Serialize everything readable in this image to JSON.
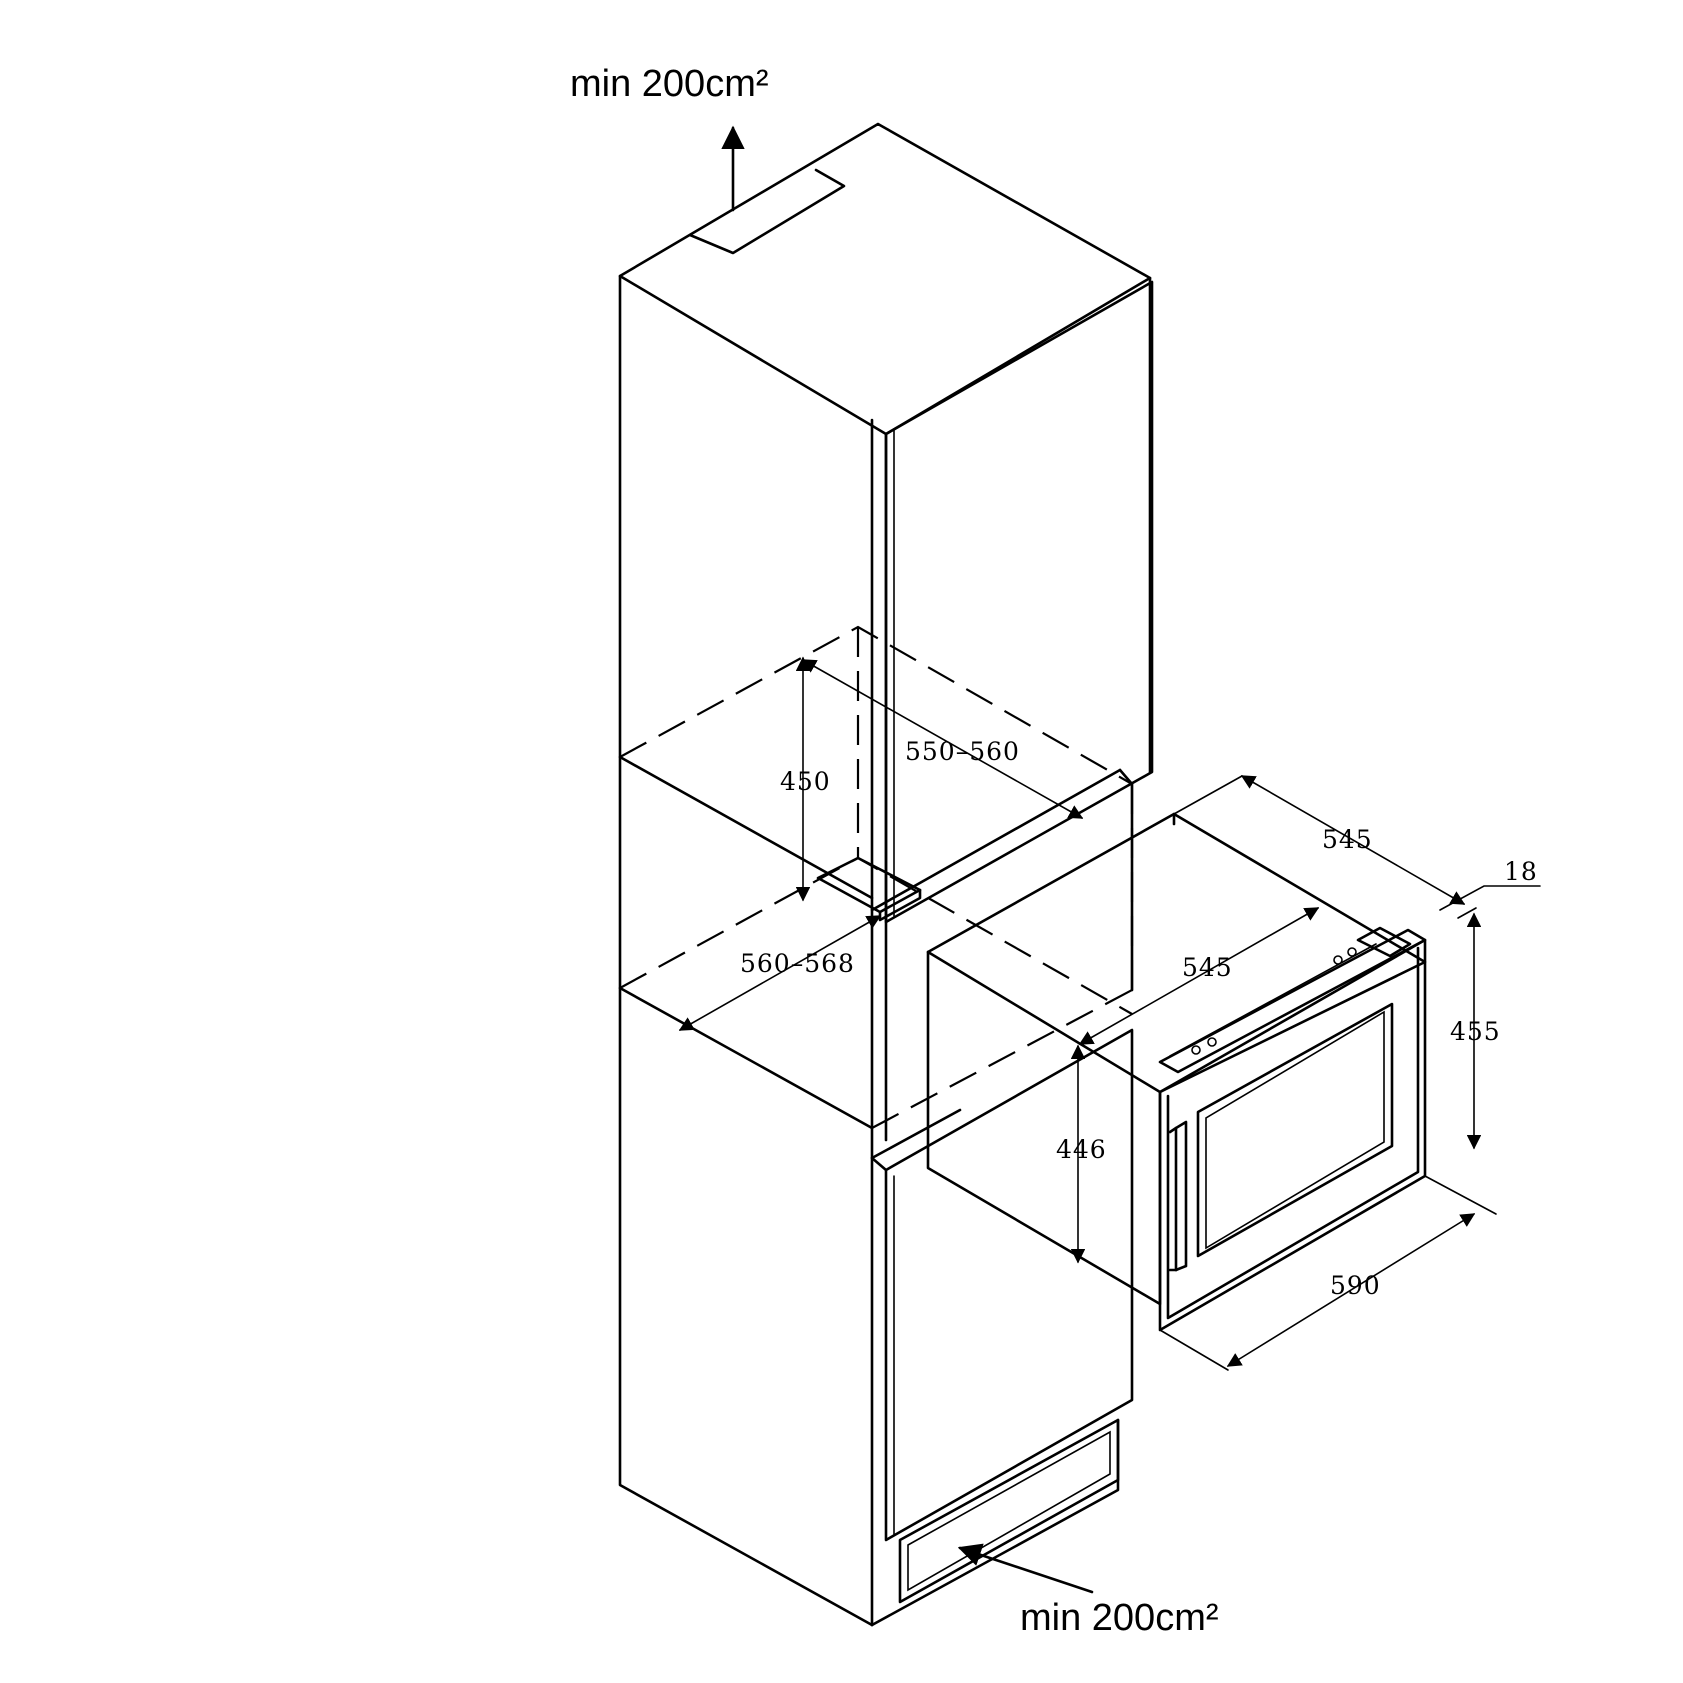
{
  "ventilation": {
    "top_label": "min 200cm²",
    "bottom_label": "min 200cm²"
  },
  "niche": {
    "height": "450",
    "depth": "550–560",
    "width": "560–568"
  },
  "appliance": {
    "body_depth": "545",
    "body_width": "545",
    "body_height": "446",
    "door_thickness": "18",
    "front_height": "455",
    "front_width": "590"
  }
}
